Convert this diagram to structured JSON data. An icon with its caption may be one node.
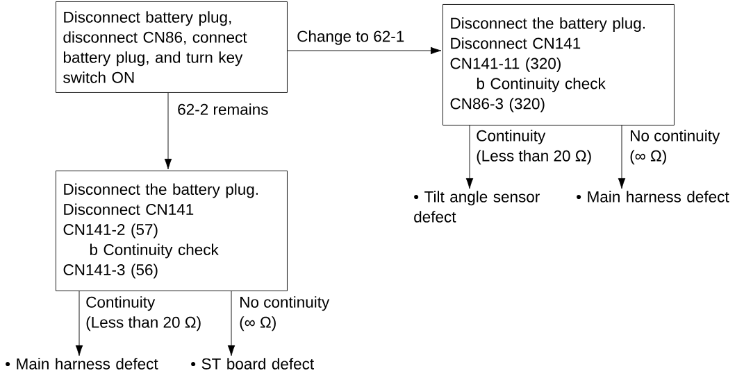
{
  "diagram": {
    "nodes": [
      {
        "text": [
          "Disconnect battery plug, disconnect CN86, connect battery plug, and turn key switch ON"
        ]
      },
      {
        "text": [
          "Disconnect the battery plug.",
          "Disconnect CN141",
          "CN141-11 (320)",
          "b Continuity check",
          "CN86-3 (320)"
        ]
      },
      {
        "text": [
          "Disconnect the battery plug.",
          "Disconnect CN141",
          "CN141-2 (57)",
          "b Continuity check",
          "CN141-3 (56)"
        ]
      },
      {
        "text": [
          "• Tilt angle sensor defect"
        ]
      },
      {
        "text": [
          "• Main harness defect"
        ]
      },
      {
        "text": [
          "• Main harness defect"
        ]
      },
      {
        "text": [
          "• ST board defect"
        ]
      }
    ],
    "edges": [
      {
        "from": 0,
        "to": 1,
        "arrow": "to",
        "label": "Change to 62-1"
      },
      {
        "from": 0,
        "to": 2,
        "arrow": "to",
        "label": "62-2 remains"
      },
      {
        "from": 1,
        "to": 3,
        "arrow": "to",
        "label": "Continuity (Less than 20 Ω)"
      },
      {
        "from": 1,
        "to": 4,
        "arrow": "to",
        "label": "No continuity (∞ Ω)"
      },
      {
        "from": 2,
        "to": 5,
        "arrow": "to",
        "label": "Continuity (Less than 20 Ω)"
      },
      {
        "from": 2,
        "to": 6,
        "arrow": "to",
        "label": "No continuity (∞ Ω)"
      }
    ]
  }
}
